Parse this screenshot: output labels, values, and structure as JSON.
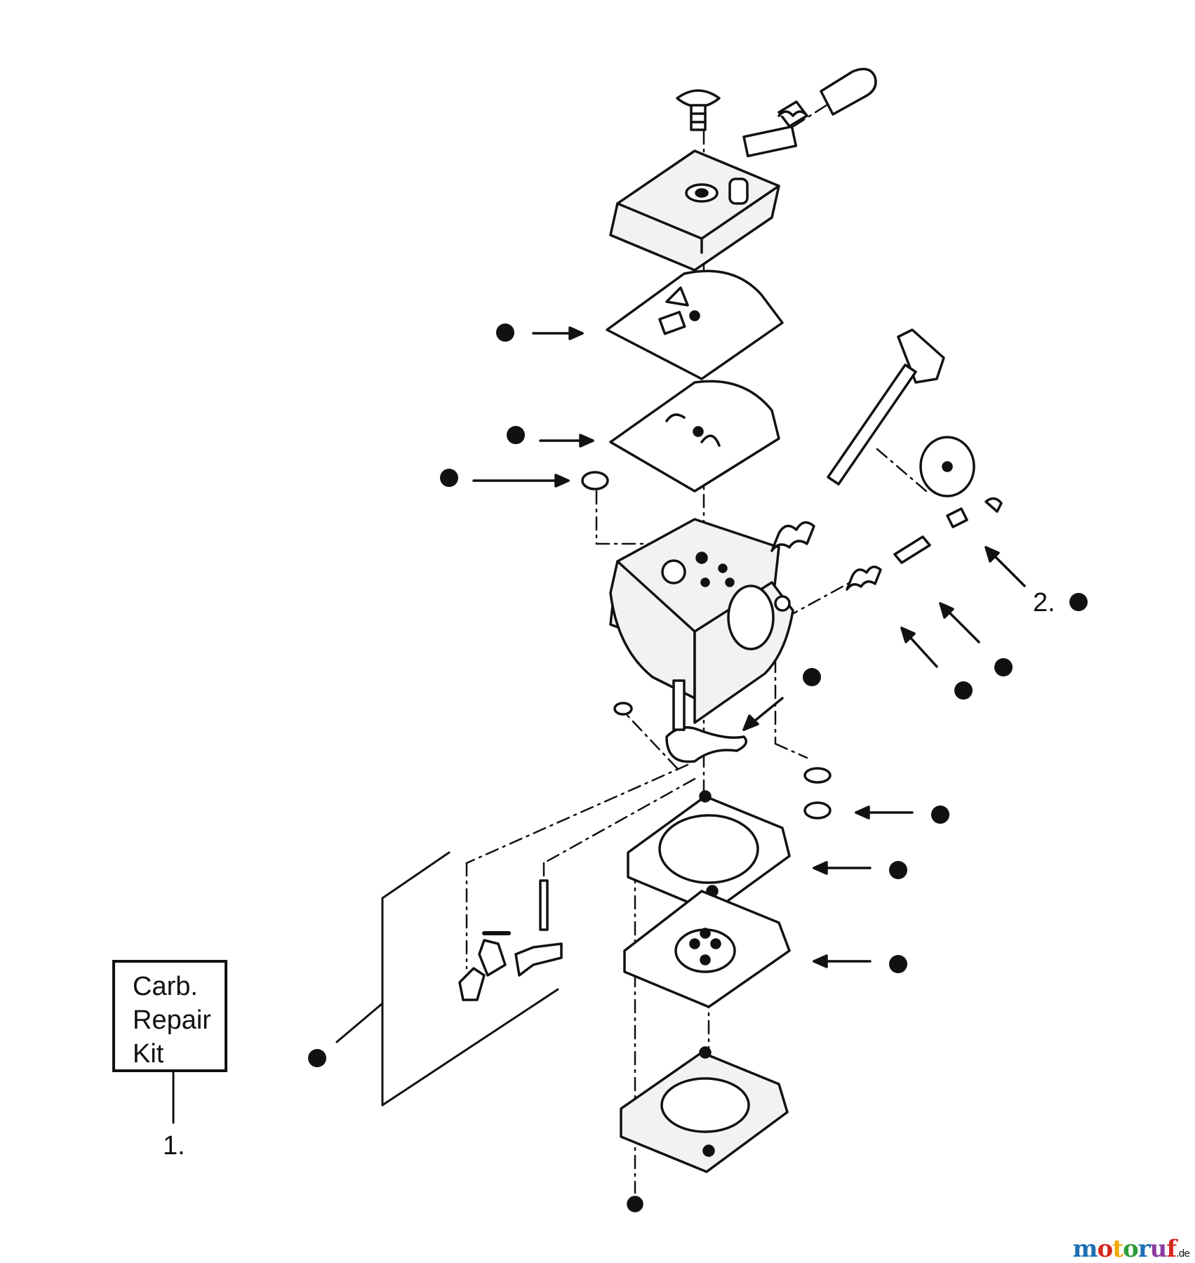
{
  "kit": {
    "lines": [
      "Carb.",
      "Repair",
      "Kit"
    ],
    "number": "1."
  },
  "callout_2": "2.",
  "watermark": {
    "name": "motoruf",
    "tld": ".de",
    "colors": [
      "#1f6fb5",
      "#d4281f",
      "#f2a900",
      "#2e9c3a",
      "#1f6fb5",
      "#8a3d9e",
      "#d4281f"
    ]
  },
  "colors": {
    "ink": "#111111",
    "paper": "#ffffff",
    "part_fill": "#f2f2f2"
  }
}
